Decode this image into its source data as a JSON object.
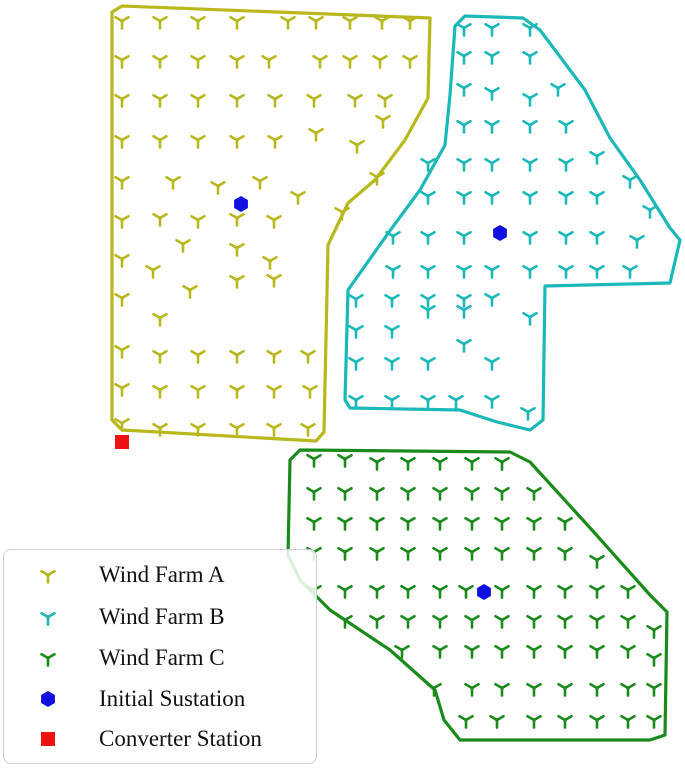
{
  "chart_data": {
    "type": "scatter",
    "title": "",
    "xlabel": "",
    "ylabel": "",
    "grid": false,
    "legend_placement": "bottom-left",
    "series": [
      {
        "name": "Wind Farm A",
        "marker": "turbine",
        "color": "#b8b81c",
        "points": [
          [
            122,
            21
          ],
          [
            160,
            21
          ],
          [
            198,
            21
          ],
          [
            237,
            21
          ],
          [
            288,
            21
          ],
          [
            316,
            21
          ],
          [
            350,
            21
          ],
          [
            382,
            21
          ],
          [
            410,
            21
          ],
          [
            122,
            60
          ],
          [
            160,
            60
          ],
          [
            198,
            60
          ],
          [
            237,
            60
          ],
          [
            269,
            60
          ],
          [
            320,
            60
          ],
          [
            350,
            60
          ],
          [
            380,
            60
          ],
          [
            410,
            60
          ],
          [
            122,
            99
          ],
          [
            160,
            99
          ],
          [
            198,
            99
          ],
          [
            237,
            99
          ],
          [
            275,
            99
          ],
          [
            314,
            99
          ],
          [
            355,
            99
          ],
          [
            385,
            99
          ],
          [
            122,
            140
          ],
          [
            160,
            140
          ],
          [
            198,
            140
          ],
          [
            237,
            140
          ],
          [
            275,
            140
          ],
          [
            316,
            133
          ],
          [
            357,
            145
          ],
          [
            383,
            120
          ],
          [
            122,
            181
          ],
          [
            173,
            181
          ],
          [
            218,
            186
          ],
          [
            260,
            181
          ],
          [
            298,
            196
          ],
          [
            342,
            212
          ],
          [
            377,
            177
          ],
          [
            122,
            220
          ],
          [
            160,
            218
          ],
          [
            198,
            220
          ],
          [
            237,
            218
          ],
          [
            274,
            220
          ],
          [
            122,
            259
          ],
          [
            153,
            270
          ],
          [
            183,
            244
          ],
          [
            237,
            248
          ],
          [
            270,
            261
          ],
          [
            122,
            298
          ],
          [
            160,
            318
          ],
          [
            190,
            290
          ],
          [
            237,
            280
          ],
          [
            274,
            279
          ],
          [
            122,
            350
          ],
          [
            160,
            355
          ],
          [
            198,
            355
          ],
          [
            237,
            355
          ],
          [
            274,
            355
          ],
          [
            308,
            355
          ],
          [
            122,
            388
          ],
          [
            160,
            390
          ],
          [
            198,
            390
          ],
          [
            237,
            390
          ],
          [
            274,
            390
          ],
          [
            310,
            390
          ],
          [
            122,
            423
          ],
          [
            160,
            428
          ],
          [
            198,
            428
          ],
          [
            237,
            428
          ],
          [
            274,
            428
          ],
          [
            308,
            428
          ]
        ]
      },
      {
        "name": "Wind Farm B",
        "marker": "turbine",
        "color": "#1ab8b8",
        "points": [
          [
            464,
            28
          ],
          [
            492,
            28
          ],
          [
            530,
            28
          ],
          [
            464,
            56
          ],
          [
            492,
            56
          ],
          [
            530,
            56
          ],
          [
            464,
            88
          ],
          [
            492,
            92
          ],
          [
            530,
            98
          ],
          [
            558,
            88
          ],
          [
            464,
            125
          ],
          [
            492,
            125
          ],
          [
            530,
            125
          ],
          [
            566,
            125
          ],
          [
            428,
            163
          ],
          [
            464,
            163
          ],
          [
            492,
            163
          ],
          [
            530,
            163
          ],
          [
            566,
            163
          ],
          [
            597,
            156
          ],
          [
            428,
            196
          ],
          [
            464,
            196
          ],
          [
            492,
            196
          ],
          [
            530,
            196
          ],
          [
            566,
            196
          ],
          [
            597,
            196
          ],
          [
            630,
            180
          ],
          [
            393,
            236
          ],
          [
            428,
            236
          ],
          [
            464,
            236
          ],
          [
            530,
            236
          ],
          [
            566,
            236
          ],
          [
            597,
            236
          ],
          [
            650,
            210
          ],
          [
            393,
            270
          ],
          [
            428,
            270
          ],
          [
            464,
            270
          ],
          [
            492,
            270
          ],
          [
            530,
            270
          ],
          [
            566,
            270
          ],
          [
            597,
            270
          ],
          [
            637,
            240
          ],
          [
            356,
            299
          ],
          [
            392,
            299
          ],
          [
            428,
            299
          ],
          [
            464,
            299
          ],
          [
            492,
            298
          ],
          [
            630,
            270
          ],
          [
            356,
            330
          ],
          [
            392,
            330
          ],
          [
            428,
            310
          ],
          [
            464,
            310
          ],
          [
            530,
            317
          ],
          [
            356,
            362
          ],
          [
            392,
            362
          ],
          [
            428,
            362
          ],
          [
            464,
            344
          ],
          [
            492,
            362
          ],
          [
            356,
            400
          ],
          [
            392,
            400
          ],
          [
            428,
            400
          ],
          [
            456,
            400
          ],
          [
            492,
            400
          ],
          [
            528,
            412
          ]
        ]
      },
      {
        "name": "Wind Farm C",
        "marker": "turbine",
        "color": "#1a8a1a",
        "points": [
          [
            314,
            459
          ],
          [
            345,
            459
          ],
          [
            377,
            462
          ],
          [
            408,
            462
          ],
          [
            440,
            462
          ],
          [
            472,
            462
          ],
          [
            502,
            462
          ],
          [
            314,
            492
          ],
          [
            345,
            492
          ],
          [
            377,
            492
          ],
          [
            408,
            492
          ],
          [
            440,
            492
          ],
          [
            472,
            492
          ],
          [
            502,
            492
          ],
          [
            534,
            492
          ],
          [
            314,
            522
          ],
          [
            345,
            522
          ],
          [
            377,
            522
          ],
          [
            408,
            522
          ],
          [
            440,
            522
          ],
          [
            472,
            522
          ],
          [
            502,
            522
          ],
          [
            534,
            522
          ],
          [
            565,
            522
          ],
          [
            314,
            552
          ],
          [
            345,
            552
          ],
          [
            377,
            552
          ],
          [
            408,
            552
          ],
          [
            440,
            552
          ],
          [
            472,
            552
          ],
          [
            502,
            552
          ],
          [
            534,
            552
          ],
          [
            565,
            552
          ],
          [
            597,
            560
          ],
          [
            314,
            590
          ],
          [
            345,
            590
          ],
          [
            377,
            590
          ],
          [
            408,
            590
          ],
          [
            440,
            590
          ],
          [
            466,
            590
          ],
          [
            502,
            590
          ],
          [
            534,
            590
          ],
          [
            565,
            590
          ],
          [
            597,
            590
          ],
          [
            628,
            590
          ],
          [
            345,
            620
          ],
          [
            377,
            620
          ],
          [
            408,
            620
          ],
          [
            440,
            620
          ],
          [
            472,
            620
          ],
          [
            502,
            620
          ],
          [
            534,
            620
          ],
          [
            565,
            620
          ],
          [
            597,
            620
          ],
          [
            628,
            620
          ],
          [
            654,
            630
          ],
          [
            402,
            650
          ],
          [
            440,
            650
          ],
          [
            472,
            650
          ],
          [
            502,
            650
          ],
          [
            534,
            650
          ],
          [
            565,
            650
          ],
          [
            597,
            650
          ],
          [
            628,
            650
          ],
          [
            654,
            658
          ],
          [
            434,
            688
          ],
          [
            472,
            688
          ],
          [
            502,
            688
          ],
          [
            534,
            688
          ],
          [
            565,
            688
          ],
          [
            597,
            688
          ],
          [
            628,
            688
          ],
          [
            654,
            688
          ],
          [
            466,
            720
          ],
          [
            497,
            720
          ],
          [
            534,
            720
          ],
          [
            565,
            720
          ],
          [
            597,
            720
          ],
          [
            628,
            720
          ],
          [
            654,
            720
          ]
        ]
      },
      {
        "name": "Initial Sustation",
        "marker": "hexagon",
        "color": "#1010e0",
        "points": [
          [
            241,
            204
          ],
          [
            500,
            233
          ],
          [
            484,
            592
          ]
        ]
      },
      {
        "name": "Converter Station",
        "marker": "square",
        "color": "#ee1111",
        "points": [
          [
            122,
            442
          ]
        ]
      }
    ],
    "boundaries": [
      {
        "farm": "Wind Farm A",
        "color": "#b8b81c",
        "polygon": [
          [
            112,
            12
          ],
          [
            122,
            6
          ],
          [
            430,
            18
          ],
          [
            428,
            98
          ],
          [
            405,
            140
          ],
          [
            375,
            180
          ],
          [
            348,
            203
          ],
          [
            328,
            245
          ],
          [
            324,
            432
          ],
          [
            316,
            441
          ],
          [
            122,
            430
          ],
          [
            112,
            420
          ]
        ]
      },
      {
        "farm": "Wind Farm B",
        "color": "#1ab8b8",
        "polygon": [
          [
            455,
            26
          ],
          [
            465,
            16
          ],
          [
            523,
            18
          ],
          [
            540,
            30
          ],
          [
            585,
            90
          ],
          [
            610,
            138
          ],
          [
            640,
            180
          ],
          [
            670,
            228
          ],
          [
            680,
            240
          ],
          [
            670,
            283
          ],
          [
            545,
            286
          ],
          [
            543,
            420
          ],
          [
            530,
            430
          ],
          [
            497,
            422
          ],
          [
            460,
            410
          ],
          [
            350,
            408
          ],
          [
            345,
            400
          ],
          [
            348,
            290
          ],
          [
            360,
            273
          ],
          [
            389,
            232
          ],
          [
            420,
            190
          ],
          [
            445,
            145
          ],
          [
            450,
            95
          ]
        ]
      },
      {
        "farm": "Wind Farm C",
        "color": "#1a8a1a",
        "polygon": [
          [
            290,
            460
          ],
          [
            300,
            450
          ],
          [
            510,
            452
          ],
          [
            530,
            462
          ],
          [
            592,
            530
          ],
          [
            650,
            595
          ],
          [
            667,
            612
          ],
          [
            665,
            735
          ],
          [
            650,
            740
          ],
          [
            460,
            740
          ],
          [
            444,
            720
          ],
          [
            435,
            690
          ],
          [
            390,
            650
          ],
          [
            330,
            610
          ],
          [
            300,
            580
          ],
          [
            288,
            555
          ]
        ]
      }
    ]
  }
}
